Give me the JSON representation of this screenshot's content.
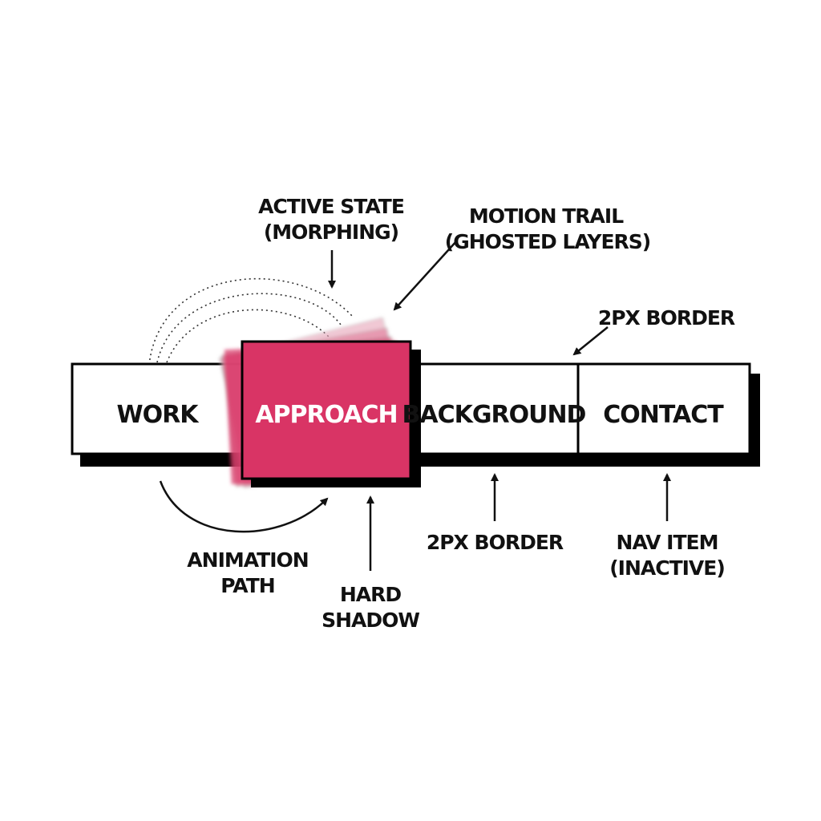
{
  "colors": {
    "accent": "#d93465",
    "ink": "#000000",
    "paper": "#ffffff",
    "ghost": "#e8a4b8"
  },
  "nav": {
    "items": [
      {
        "label": "WORK",
        "state": "inactive"
      },
      {
        "label": "APPROACH",
        "state": "active"
      },
      {
        "label": "BACKGROUND",
        "state": "inactive"
      },
      {
        "label": "CONTACT",
        "state": "inactive"
      }
    ]
  },
  "annotations": {
    "active_state": {
      "line1": "ACTIVE STATE",
      "line2": "(MORPHING)"
    },
    "motion_trail": {
      "line1": "MOTION TRAIL",
      "line2": "(GHOSTED LAYERS)"
    },
    "border_top": {
      "line1": "2PX BORDER"
    },
    "animation_path": {
      "line1": "ANIMATION",
      "line2": "PATH"
    },
    "hard_shadow": {
      "line1": "HARD",
      "line2": "SHADOW"
    },
    "border_bottom": {
      "line1": "2PX BORDER"
    },
    "nav_item": {
      "line1": "NAV ITEM",
      "line2": "(INACTIVE)"
    }
  }
}
